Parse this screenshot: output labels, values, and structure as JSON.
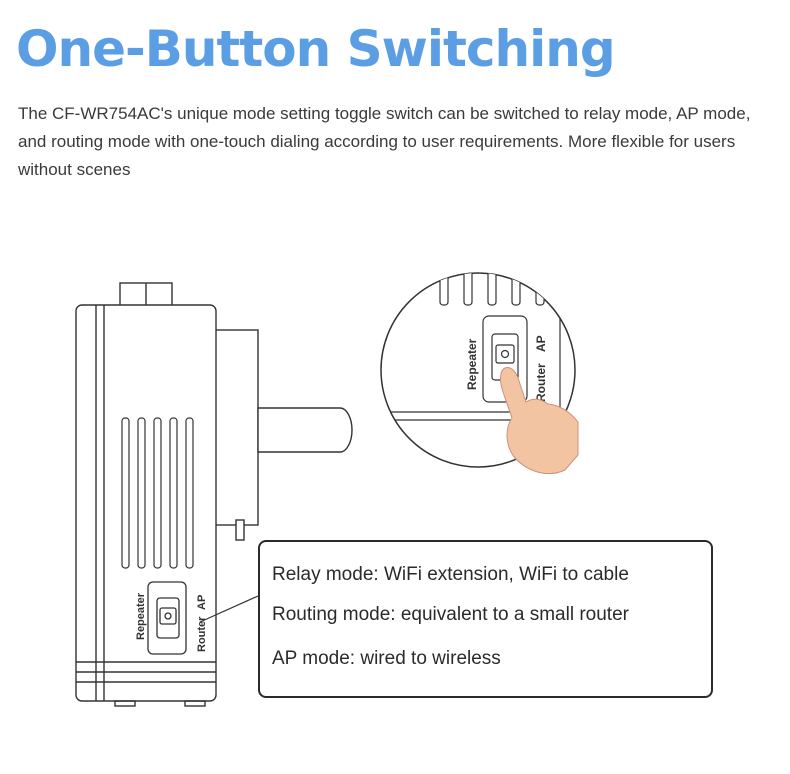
{
  "title": "One-Button Switching",
  "description": "The CF-WR754AC's unique mode setting toggle switch can be switched to relay mode, AP mode, and routing mode with one-touch dialing according to user requirements. More flexible for users without scenes",
  "device": {
    "label_repeater": "Repeater",
    "label_router": "Router",
    "label_ap": "AP"
  },
  "modes": [
    "Relay mode: WiFi extension, WiFi to cable",
    "Routing mode: equivalent to a small router",
    "AP mode: wired to wireless"
  ],
  "colors": {
    "title": "#5b9ee3",
    "text": "#3a3a3a",
    "outline": "#333333",
    "skin": "#f3c4a2"
  }
}
